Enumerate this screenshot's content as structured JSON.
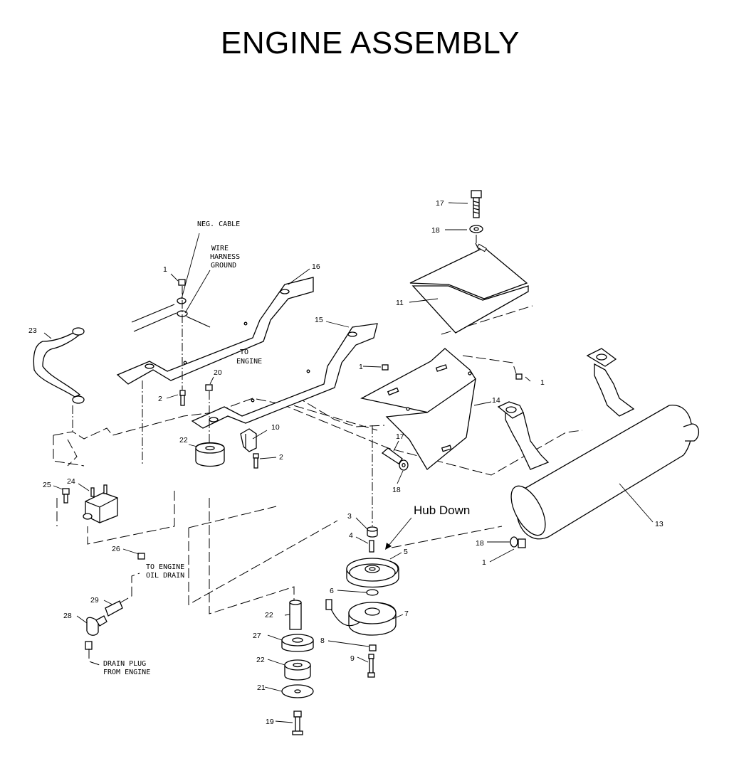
{
  "title": "ENGINE ASSEMBLY",
  "callouts": {
    "neg_cable": "NEG. CABLE",
    "wire_harness_ground": [
      "WIRE",
      "HARNESS",
      "GROUND"
    ],
    "to_engine": [
      "TO",
      "ENGINE"
    ],
    "to_engine_oil_drain": [
      "TO ENGINE",
      "OIL DRAIN"
    ],
    "drain_plug": [
      "DRAIN PLUG",
      "FROM ENGINE"
    ],
    "hub_down": "Hub Down"
  },
  "part_numbers": {
    "p17_top": "17",
    "p18_top": "18",
    "p11": "11",
    "p16": "16",
    "p1_top": "1",
    "p23": "23",
    "p15": "15",
    "p1_mid": "1",
    "p1_right": "1",
    "p14": "14",
    "p20": "20",
    "p2_left": "2",
    "p10": "10",
    "p2_bracket": "2",
    "p22_upper": "22",
    "p17_mid": "17",
    "p18_mid": "18",
    "p25": "25",
    "p24": "24",
    "p3": "3",
    "p4": "4",
    "p5": "5",
    "p13": "13",
    "p18_right": "18",
    "p1_bottom": "1",
    "p26": "26",
    "p6": "6",
    "p7": "7",
    "p29": "29",
    "p22_spacer": "22",
    "p28": "28",
    "p27": "27",
    "p8": "8",
    "p22_lower": "22",
    "p9": "9",
    "p21": "21",
    "p19": "19"
  }
}
